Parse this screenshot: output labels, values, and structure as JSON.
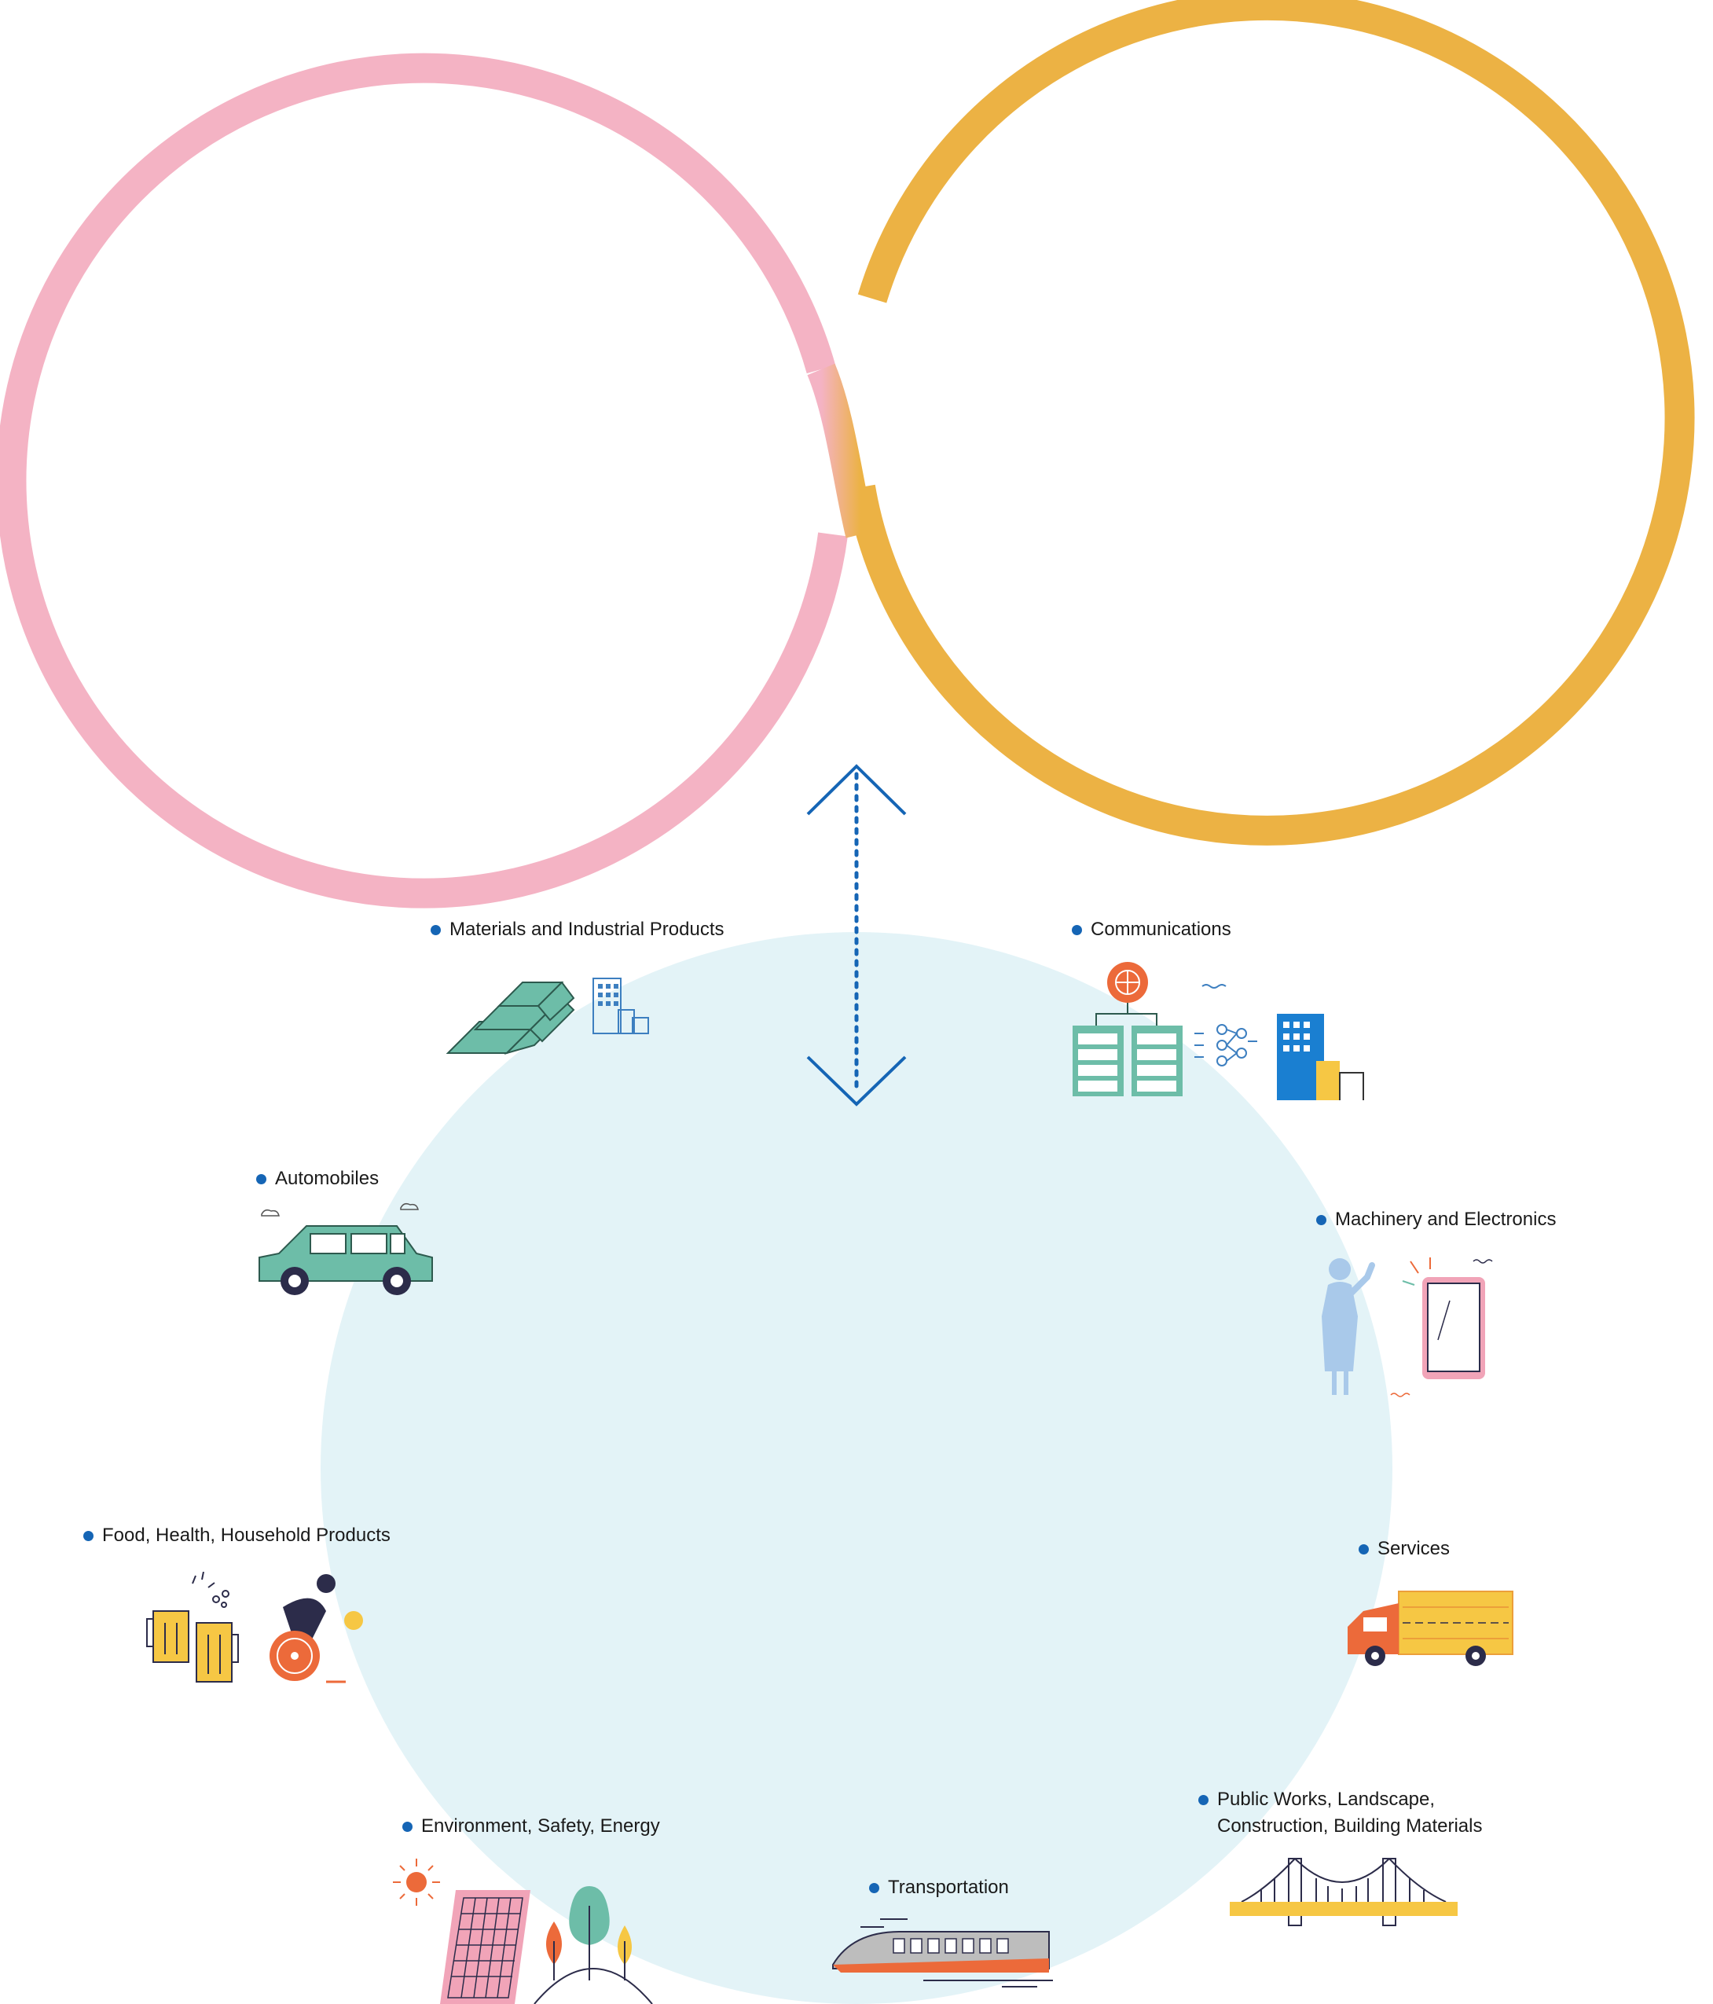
{
  "colors": {
    "pink_ring": "#f4b3c4",
    "gold_ring": "#ecb244",
    "blend": "#efb29a",
    "circle_fill": "#e3f3f7",
    "arrow": "#1565b5",
    "bullet": "#1565b5",
    "text": "#1a1a1a"
  },
  "industries": [
    {
      "key": "materials",
      "label": "Materials and Industrial Products",
      "icon": "gold-bars-icon"
    },
    {
      "key": "communications",
      "label": "Communications",
      "icon": "servers-network-icon"
    },
    {
      "key": "automobiles",
      "label": "Automobiles",
      "icon": "car-icon"
    },
    {
      "key": "machinery",
      "label": "Machinery and Electronics",
      "icon": "smartphone-person-icon"
    },
    {
      "key": "food",
      "label": "Food, Health, Household Products",
      "icon": "beer-wheelchair-icon"
    },
    {
      "key": "services",
      "label": "Services",
      "icon": "truck-icon"
    },
    {
      "key": "environment",
      "label": "Environment, Safety, Energy",
      "icon": "solar-trees-icon"
    },
    {
      "key": "transportation",
      "label": "Transportation",
      "icon": "train-icon"
    },
    {
      "key": "publicworks",
      "label": "Public Works, Landscape,\nConstruction, Building Materials",
      "icon": "bridge-icon"
    }
  ]
}
